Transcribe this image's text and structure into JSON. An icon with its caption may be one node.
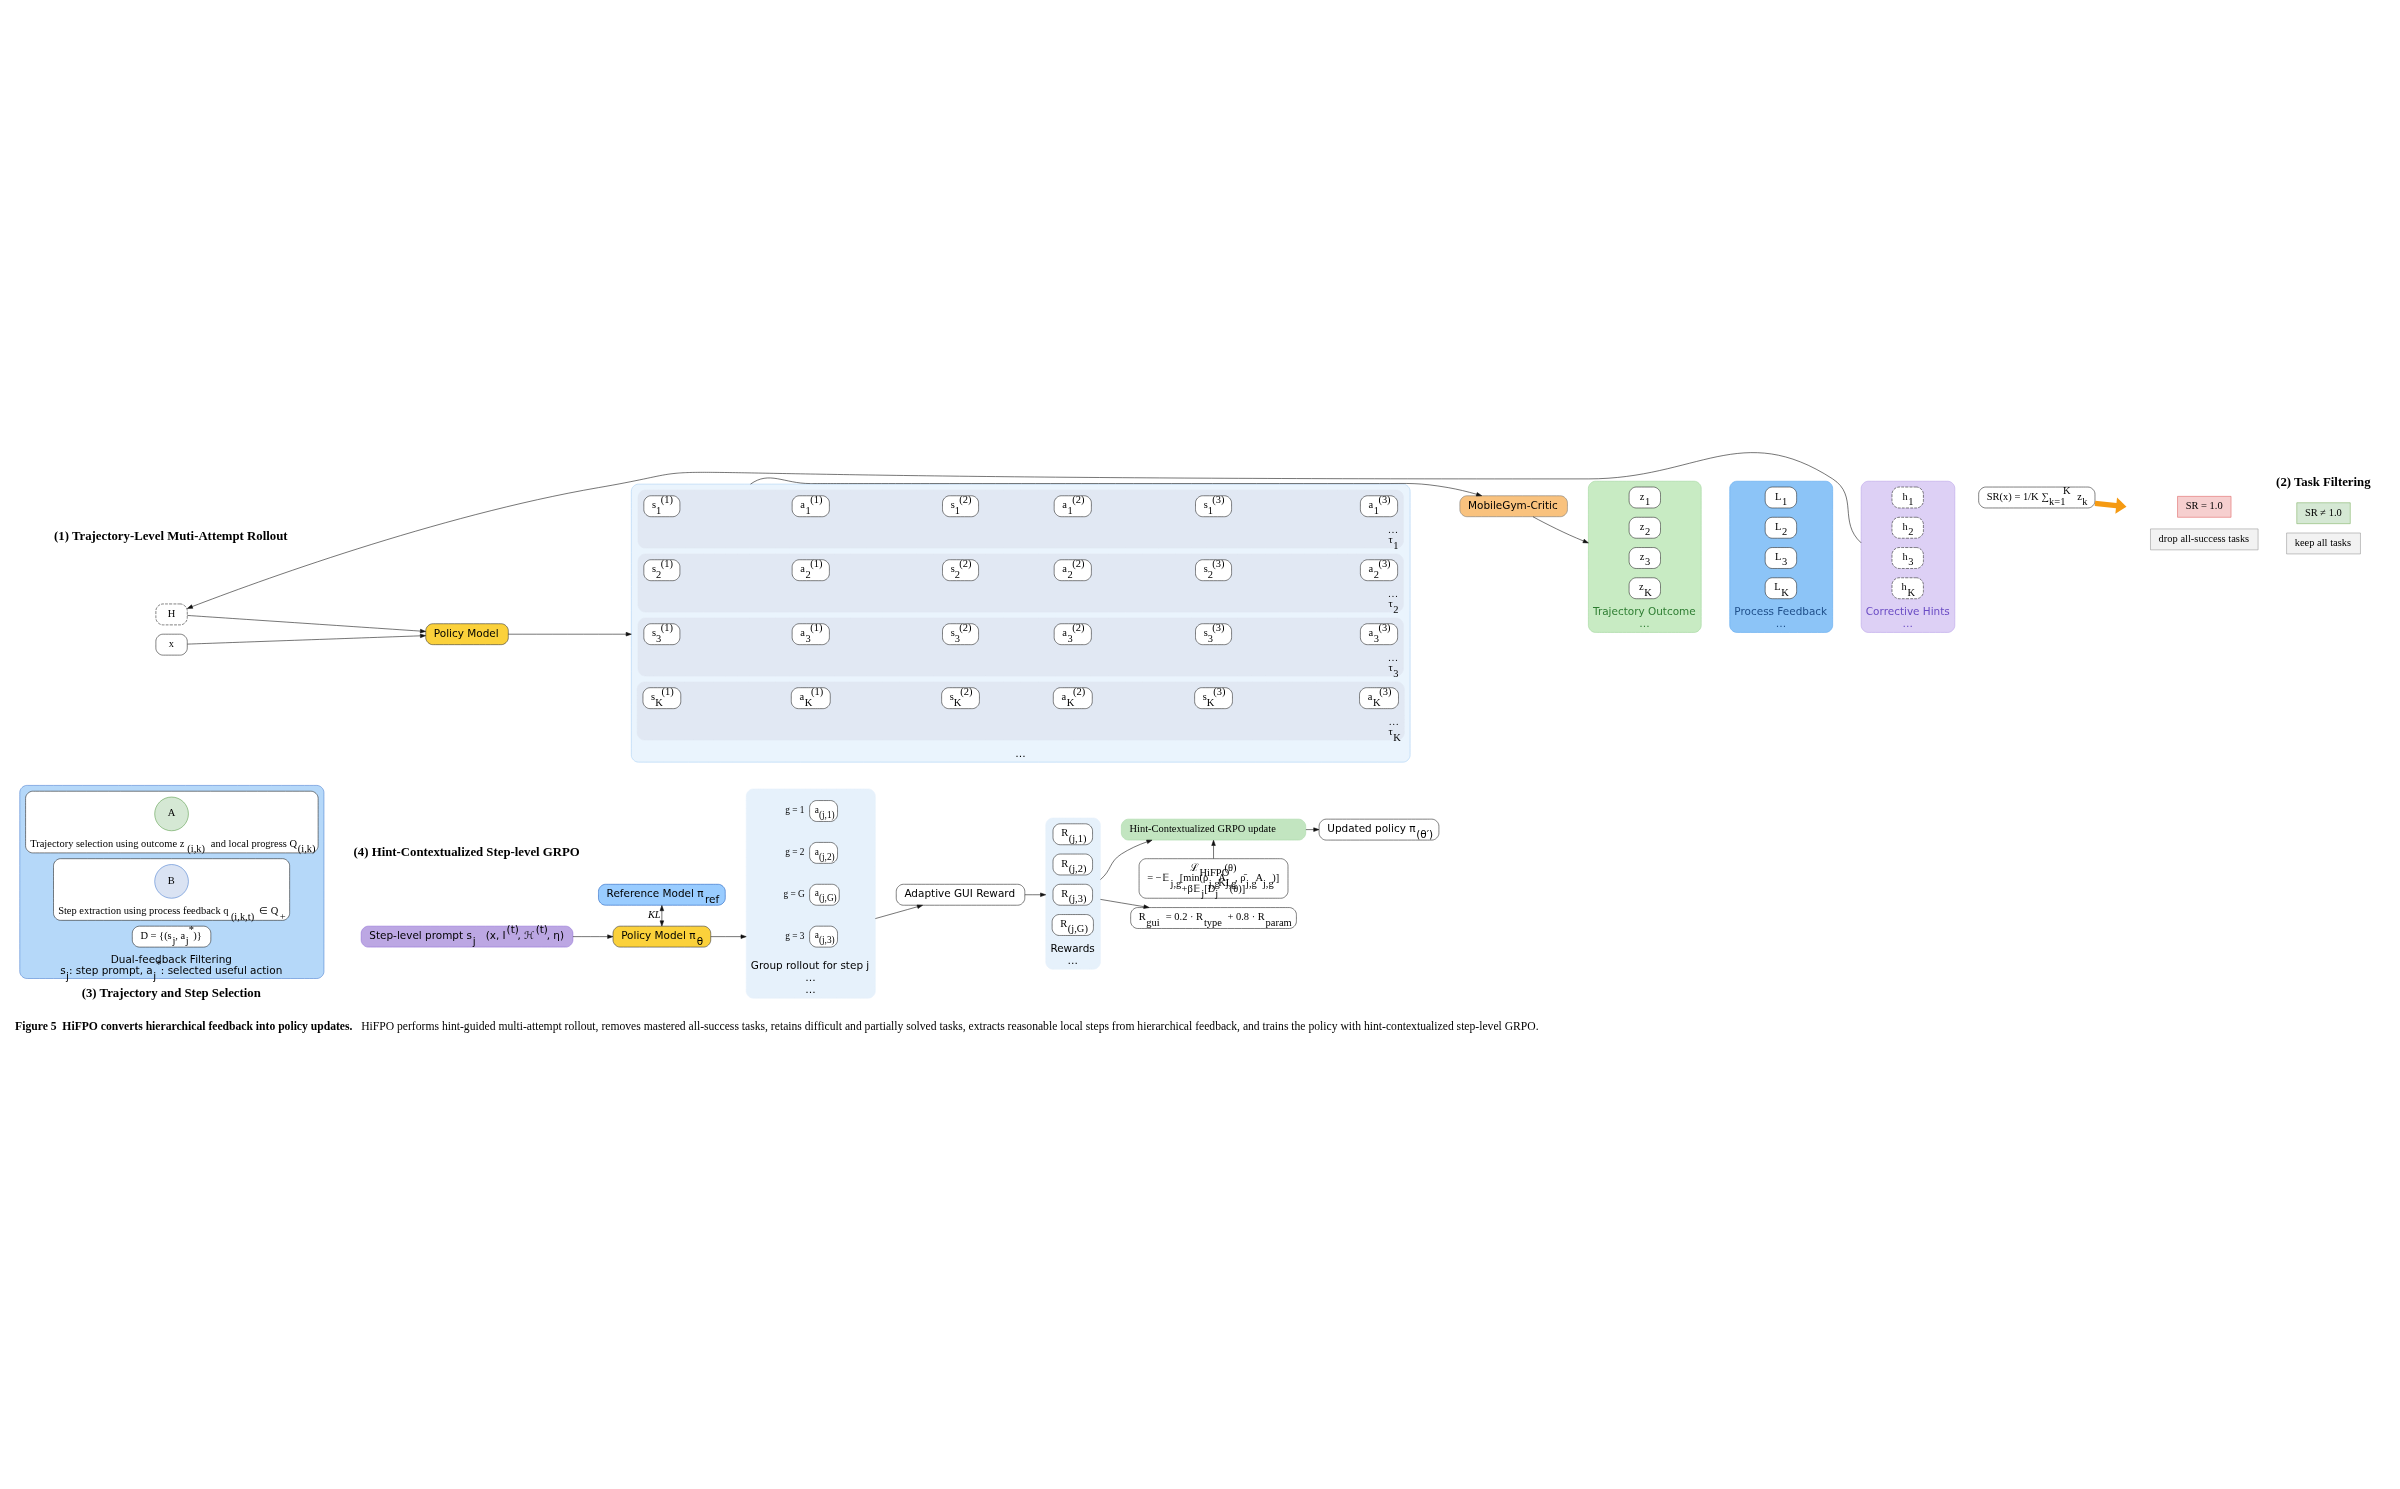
{
  "diagram": {
    "caption": "**Figure 5  HiFPO converts hierarchical feedback into policy updates.** HiFPO performs hint-guided multi-attempt rollout, removes mastered all-success tasks, retains difficult and partially solved tasks, extracts reasonable local steps from hierarchical feedback, and trains the policy with hint-contextualized step-level GRPO.",
    "nodes": [
      {
        "text": [
          "H"
        ]
      },
      {
        "text": [
          "x"
        ]
      },
      {
        "text": [
          "Policy Model"
        ]
      },
      {
        "text": [
          "…"
        ]
      },
      {
        "text": [
          "…",
          "τ$_{1}$"
        ],
        "in": 3
      },
      {
        "text": [
          "s$_{1}$$^{(1)}$"
        ],
        "in": 4
      },
      {
        "text": [
          "a$_{1}$$^{(1)}$"
        ],
        "in": 4
      },
      {
        "text": [
          "s$_{1}$$^{(2)}$"
        ],
        "in": 4
      },
      {
        "text": [
          "a$_{1}$$^{(2)}$"
        ],
        "in": 4
      },
      {
        "text": [
          "s$_{1}$$^{(3)}$"
        ],
        "in": 4
      },
      {
        "text": [
          "a$_{1}$$^{(3)}$"
        ],
        "in": 4
      },
      {
        "text": [
          "…",
          "τ$_{2}$"
        ],
        "in": 3
      },
      {
        "text": [
          "s$_{2}$$^{(1)}$"
        ],
        "in": 11
      },
      {
        "text": [
          "a$_{2}$$^{(1)}$"
        ],
        "in": 11
      },
      {
        "text": [
          "s$_{2}$$^{(2)}$"
        ],
        "in": 11
      },
      {
        "text": [
          "a$_{2}$$^{(2)}$"
        ],
        "in": 11
      },
      {
        "text": [
          "s$_{2}$$^{(3)}$"
        ],
        "in": 11
      },
      {
        "text": [
          "a$_{2}$$^{(3)}$"
        ],
        "in": 11
      },
      {
        "text": [
          "…",
          "τ$_{3}$"
        ],
        "in": 3
      },
      {
        "text": [
          "s$_{3}$$^{(1)}$"
        ],
        "in": 18
      },
      {
        "text": [
          "a$_{3}$$^{(1)}$"
        ],
        "in": 18
      },
      {
        "text": [
          "s$_{3}$$^{(2)}$"
        ],
        "in": 18
      },
      {
        "text": [
          "a$_{3}$$^{(2)}$"
        ],
        "in": 18
      },
      {
        "text": [
          "s$_{3}$$^{(3)}$"
        ],
        "in": 18
      },
      {
        "text": [
          "a$_{3}$$^{(3)}$"
        ],
        "in": 18
      },
      {
        "text": [
          "…",
          "τ$_{K}$"
        ],
        "in": 3
      },
      {
        "text": [
          "s$_{K}$$^{(1)}$"
        ],
        "in": 25
      },
      {
        "text": [
          "a$_{K}$$^{(1)}$"
        ],
        "in": 25
      },
      {
        "text": [
          "s$_{K}$$^{(2)}$"
        ],
        "in": 25
      },
      {
        "text": [
          "a$_{K}$$^{(2)}$"
        ],
        "in": 25
      },
      {
        "text": [
          "s$_{K}$$^{(3)}$"
        ],
        "in": 25
      },
      {
        "text": [
          "a$_{K}$$^{(3)}$"
        ],
        "in": 25
      },
      {
        "text": [
          "MobileGym-Critic"
        ]
      },
      {
        "text": [
          "Trajectory Outcome",
          "…"
        ]
      },
      {
        "text": [
          "z$_{1}$"
        ],
        "in": 33
      },
      {
        "text": [
          "z$_{2}$"
        ],
        "in": 33
      },
      {
        "text": [
          "z$_{3}$"
        ],
        "in": 33
      },
      {
        "text": [
          "z$_{K}$"
        ],
        "in": 33
      },
      {
        "text": [
          "Process Feedback",
          "…"
        ]
      },
      {
        "text": [
          "L$_{1}$"
        ],
        "in": 38
      },
      {
        "text": [
          "L$_{2}$"
        ],
        "in": 38
      },
      {
        "text": [
          "L$_{3}$"
        ],
        "in": 38
      },
      {
        "text": [
          "L$_{K}$"
        ],
        "in": 38
      },
      {
        "text": [
          "Corrective Hints",
          "…"
        ]
      },
      {
        "text": [
          "h$_{1}$"
        ],
        "in": 43
      },
      {
        "text": [
          "h$_{2}$"
        ],
        "in": 43
      },
      {
        "text": [
          "h$_{3}$"
        ],
        "in": 43
      },
      {
        "text": [
          "h$_{K}$"
        ],
        "in": 43
      },
      {
        "text": [
          "SR(x) = 1/K ∑$_{k=1}$$^{K}$ z$_{k}$"
        ]
      },
      {
        "text": [
          "SR = 1.0"
        ]
      },
      {
        "text": [
          "drop all-success tasks"
        ]
      },
      {
        "text": [
          "SR ≠ 1.0"
        ]
      },
      {
        "text": [
          "keep all tasks"
        ]
      },
      {
        "text": [
          "Dual-feedback Filtering",
          "s$_{j}$: step prompt, a$_{j}$$^{*}$: selected useful action"
        ]
      },
      {
        "text": [
          "Trajectory selection using outcome z$_{(i,k)}$ and local progress Q$_{(i,k)}$"
        ],
        "in": 53
      },
      {
        "text": [
          "A"
        ],
        "in": 54
      },
      {
        "text": [
          "Step extraction using process feedback q$_{(i,k,t)}$ ∈ Q$_{+}$"
        ],
        "in": 53
      },
      {
        "text": [
          "B"
        ],
        "in": 56
      },
      {
        "text": [
          "D = {(s$_{j}$, a$_{j}$$^{*}$)}"
        ],
        "in": 53
      },
      {
        "text": [
          "Step-level prompt s$_{j}$ (x, I$^{(t)}$, ℋ$^{(t)}$, η)"
        ]
      },
      {
        "text": [
          "Policy Model π$_{θ}$"
        ]
      },
      {
        "text": [
          "Reference Model π$_{ref}$"
        ]
      },
      {
        "text": [
          "Group rollout for step j",
          "…",
          "…"
        ]
      },
      {
        "text": [
          "a$_{(j,1)}$"
        ],
        "in": 62,
        "beside": [
          "g = 1"
        ]
      },
      {
        "text": [
          "a$_{(j,2)}$"
        ],
        "in": 62,
        "beside": [
          "g = 2"
        ]
      },
      {
        "text": [
          "a$_{(j,3)}$"
        ],
        "in": 62,
        "beside": [
          "g = 3"
        ]
      },
      {
        "text": [
          "a$_{(j,G)}$"
        ],
        "in": 62,
        "beside": [
          "g = G"
        ]
      },
      {
        "text": [
          "Adaptive GUI Reward"
        ]
      },
      {
        "text": [
          "Rewards",
          "…"
        ]
      },
      {
        "text": [
          "R$_{(j,1)}$"
        ],
        "in": 68
      },
      {
        "text": [
          "R$_{(j,2)}$"
        ],
        "in": 68
      },
      {
        "text": [
          "R$_{(j,3)}$"
        ],
        "in": 68
      },
      {
        "text": [
          "R$_{(j,G)}$"
        ],
        "in": 68
      },
      {
        "text": [
          "R$_{gui}$ = 0.2 · R$_{type}$ + 0.8 · R$_{param}$"
        ]
      },
      {
        "text": [
          "Hint-Contextualized GRPO update"
        ]
      },
      {
        "text": [
          "Updated policy π$_{(θ′)}$"
        ]
      },
      {
        "text": [
          "ℒ$_{HiFPO}$(θ)",
          "= −𝔼$_{j,g}$[min(ρ$_{j,g}$A$_{j,g}$, ρ̄$_{j,g}$A$_{j,g}$)]",
          "+β𝔼$_{j}$[D$_{j}$$^{KL}$(θ)]"
        ]
      }
    ],
    "edges": [
      {
        "from": 43,
        "to": 0,
        "arrow": "to"
      },
      {
        "from": 0,
        "to": 2,
        "arrow": "to"
      },
      {
        "from": 1,
        "to": 2,
        "arrow": "to"
      },
      {
        "from": 2,
        "to": 3,
        "arrow": "to"
      },
      {
        "from": 3,
        "to": 32,
        "arrow": "to"
      },
      {
        "from": 32,
        "to": 33,
        "arrow": "to"
      },
      {
        "from": 48,
        "to": null,
        "arrow": "to",
        "style": "thick",
        "color": "#f59a12"
      },
      {
        "from": 59,
        "to": 60,
        "arrow": "to"
      },
      {
        "from": 60,
        "to": 61,
        "arrow": "both",
        "label": "KL"
      },
      {
        "from": 60,
        "to": 62,
        "arrow": "to"
      },
      {
        "from": 62,
        "to": 67,
        "arrow": "to"
      },
      {
        "from": 67,
        "to": 68,
        "arrow": "to"
      },
      {
        "from": 68,
        "to": 73,
        "arrow": "to"
      },
      {
        "from": 68,
        "to": 74,
        "arrow": "to"
      },
      {
        "from": 74,
        "to": 75,
        "arrow": "to"
      },
      {
        "from": 76,
        "to": 74,
        "arrow": "to"
      }
    ],
    "labels": [
      "(1) Trajectory-Level Muti-Attempt Rollout",
      "(2) Task Filtering",
      "(3) Trajectory and Step Selection",
      "(4) Hint-Contextualized Step-level GRPO"
    ]
  }
}
